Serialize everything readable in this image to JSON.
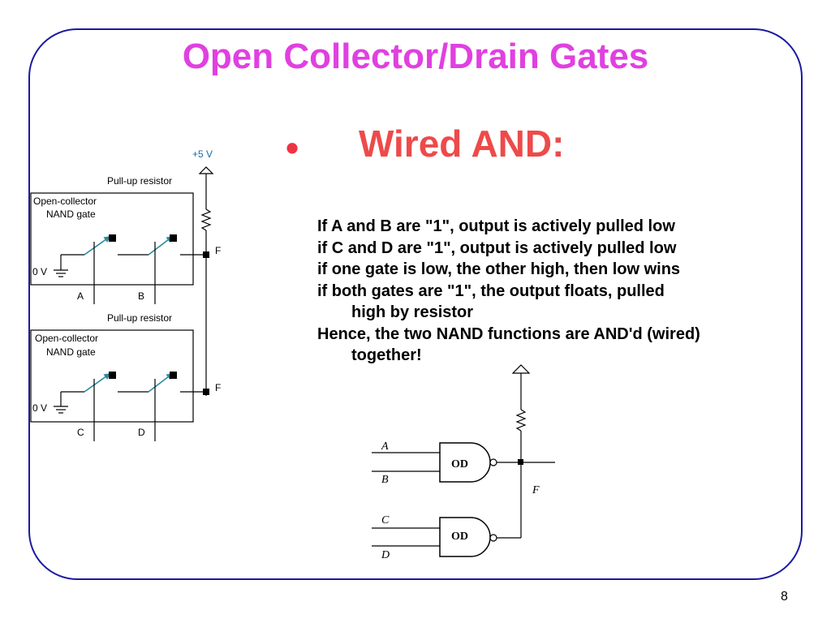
{
  "slide": {
    "title": "Open Collector/Drain Gates",
    "bullet_symbol": "•",
    "subhead": "Wired AND:",
    "body_lines": [
      "If A and B are \"1\", output is actively pulled low",
      "if C and D are \"1\", output is actively pulled low",
      "if one gate is low, the other high, then low wins",
      "if both gates are \"1\", the output floats, pulled",
      "high by resistor",
      "Hence, the two NAND functions are AND'd (wired)",
      "together!"
    ],
    "page_number": "8"
  },
  "left_diagram": {
    "supply_label": "+5 V",
    "gate1": {
      "pullup_label": "Pull-up resistor",
      "box_label_1": "Open-collector",
      "box_label_2": "NAND gate",
      "ground_label": "0 V",
      "input_a": "A",
      "input_b": "B",
      "output_label": "F"
    },
    "gate2": {
      "pullup_label": "Pull-up resistor",
      "box_label_1": "Open-collector",
      "box_label_2": "NAND gate",
      "ground_label": "0 V",
      "input_a": "C",
      "input_b": "D",
      "output_label": "F"
    }
  },
  "right_diagram": {
    "input_a": "A",
    "input_b": "B",
    "input_c": "C",
    "input_d": "D",
    "gate1_label": "OD",
    "gate2_label": "OD",
    "output_label": "F"
  },
  "colors": {
    "title": "#e040e0",
    "subhead": "#ee4a4a",
    "frame": "#1a1aa0",
    "switch": "#2a8a9a",
    "supply_label": "#1a6aa0"
  }
}
